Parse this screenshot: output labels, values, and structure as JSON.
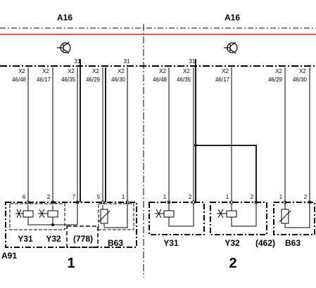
{
  "header": {
    "left_title": "A16",
    "right_title": "A16",
    "bus_line_color": "#d62020"
  },
  "panel_left": {
    "connectors": [
      {
        "code": "X2",
        "pin": "46/48"
      },
      {
        "code": "X2",
        "pin": "46/17"
      },
      {
        "code": "X2",
        "pin": "46/35"
      },
      {
        "code": "X2",
        "pin": "46/29"
      },
      {
        "code": "X2",
        "pin": "46/30"
      }
    ],
    "ground_labels": [
      "31",
      "31"
    ],
    "terminal_pins": [
      "6",
      "2",
      "7",
      "5",
      "1"
    ],
    "components": [
      "Y31",
      "Y32",
      "(778)",
      "B63"
    ],
    "module_label": "A91",
    "section_number": "1"
  },
  "panel_right": {
    "connectors": [
      {
        "code": "X2",
        "pin": "46/48"
      },
      {
        "code": "X2",
        "pin": "46/35"
      },
      {
        "code": "X2",
        "pin": "46/17"
      },
      {
        "code": "X2",
        "pin": "46/29"
      },
      {
        "code": "X2",
        "pin": "46/30"
      }
    ],
    "ground_label": "31",
    "terminal_pins": [
      "1",
      "2",
      "1",
      "2",
      "1",
      "2"
    ],
    "components": [
      "Y31",
      "Y32",
      "(462)",
      "B63"
    ],
    "section_number": "2"
  },
  "icons": {
    "ground_symbol": "transistor-ground-icon"
  }
}
